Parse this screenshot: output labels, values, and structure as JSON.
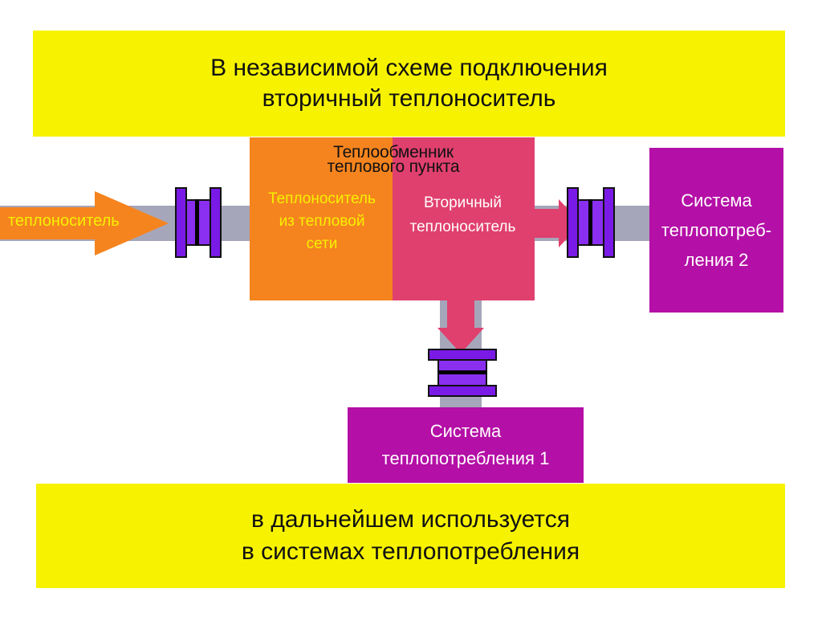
{
  "header": {
    "line1": "В независимой схеме подключения",
    "line2": "вторичный теплоноситель"
  },
  "inlet": {
    "label": "теплоноситель"
  },
  "heat_exchanger": {
    "title_line1": "Теплообменник",
    "title_line2": "теплового пункта",
    "primary": {
      "line1": "Теплоноситель",
      "line2": "из тепловой",
      "line3": "сети"
    },
    "secondary": {
      "line1": "Вторичный",
      "line2": "теплоноситель"
    }
  },
  "consumer_2": {
    "line1": "Система",
    "line2": "теплопотреб-",
    "line3": "ления 2"
  },
  "consumer_1": {
    "line1": "Система",
    "line2": "теплопотребления 1"
  },
  "footer": {
    "line1": "в дальнейшем используется",
    "line2": "в системах теплопотребления"
  },
  "colors": {
    "banner": "#f7f300",
    "pipe": "#a6a6ba",
    "inlet_arrow": "#f5841f",
    "hx_primary": "#f5841f",
    "hx_secondary": "#e0406e",
    "flow_arrow": "#e0406e",
    "consumer": "#b40fa6",
    "flange": "#7a1ae6"
  }
}
